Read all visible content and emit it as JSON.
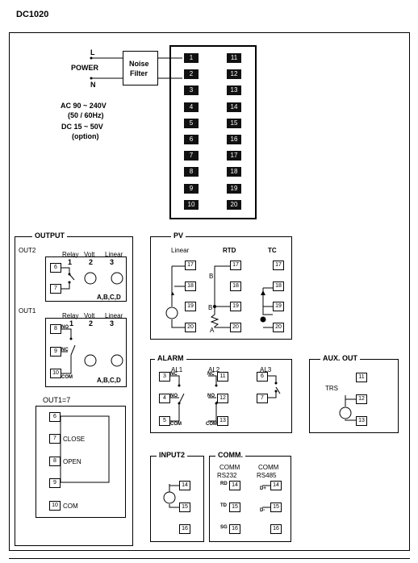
{
  "title": "DC1020",
  "power": {
    "l": "L",
    "label": "POWER",
    "n": "N",
    "filter_line1": "Noise",
    "filter_line2": "Filter",
    "spec1": "AC 90 ~ 240V",
    "spec2": "(50 / 60Hz)",
    "spec3": "DC 15 ~ 50V",
    "spec4": "(option)"
  },
  "terminals_left": [
    "1",
    "2",
    "3",
    "4",
    "5",
    "6",
    "7",
    "8",
    "9",
    "10"
  ],
  "terminals_right": [
    "11",
    "12",
    "13",
    "14",
    "15",
    "16",
    "17",
    "18",
    "19",
    "20"
  ],
  "output": {
    "label": "OUTPUT",
    "out2": "OUT2",
    "out1": "OUT1",
    "relay": "Relay",
    "volt": "Volt",
    "linear": "Linear",
    "n1": "1",
    "n2": "2",
    "n3": "3",
    "abcd": "A,B,C,D",
    "out2_t6": "6",
    "out2_t7": "7",
    "out1_t8": "8",
    "out1_t9": "9",
    "out1_t10": "10",
    "no": "NO",
    "nc": "NC",
    "com": "COM",
    "out1eq7": "OUT1=7",
    "t6": "6",
    "t7": "7",
    "close": "CLOSE",
    "t8": "8",
    "open": "OPEN",
    "t9": "9",
    "t10": "10",
    "com_label": "COM"
  },
  "pv": {
    "label": "PV",
    "linear": "Linear",
    "rtd": "RTD",
    "tc": "TC",
    "t17": "17",
    "t18": "18",
    "t19": "19",
    "t20": "20",
    "a": "A",
    "b": "B"
  },
  "alarm": {
    "label": "ALARM",
    "al1": "AL1",
    "al2": "AL2",
    "al3": "AL3",
    "t3": "3",
    "t4": "4",
    "t5": "5",
    "t11": "11",
    "t12": "12",
    "t13": "13",
    "t6": "6",
    "t7": "7",
    "nc": "NC",
    "no": "NO",
    "com": "COM"
  },
  "aux": {
    "label": "AUX. OUT",
    "trs": "TRS",
    "t11": "11",
    "t12": "12",
    "t13": "13"
  },
  "input2": {
    "label": "INPUT2",
    "t14": "14",
    "t15": "15",
    "t16": "16"
  },
  "comm": {
    "label": "COMM.",
    "rs232_l1": "COMM",
    "rs232_l2": "RS232",
    "rs485_l1": "COMM",
    "rs485_l2": "RS485",
    "t14": "14",
    "t15": "15",
    "t16": "16",
    "rd": "RD",
    "td": "TD",
    "sg": "SG",
    "dplus": "D+",
    "dminus": "D-"
  }
}
